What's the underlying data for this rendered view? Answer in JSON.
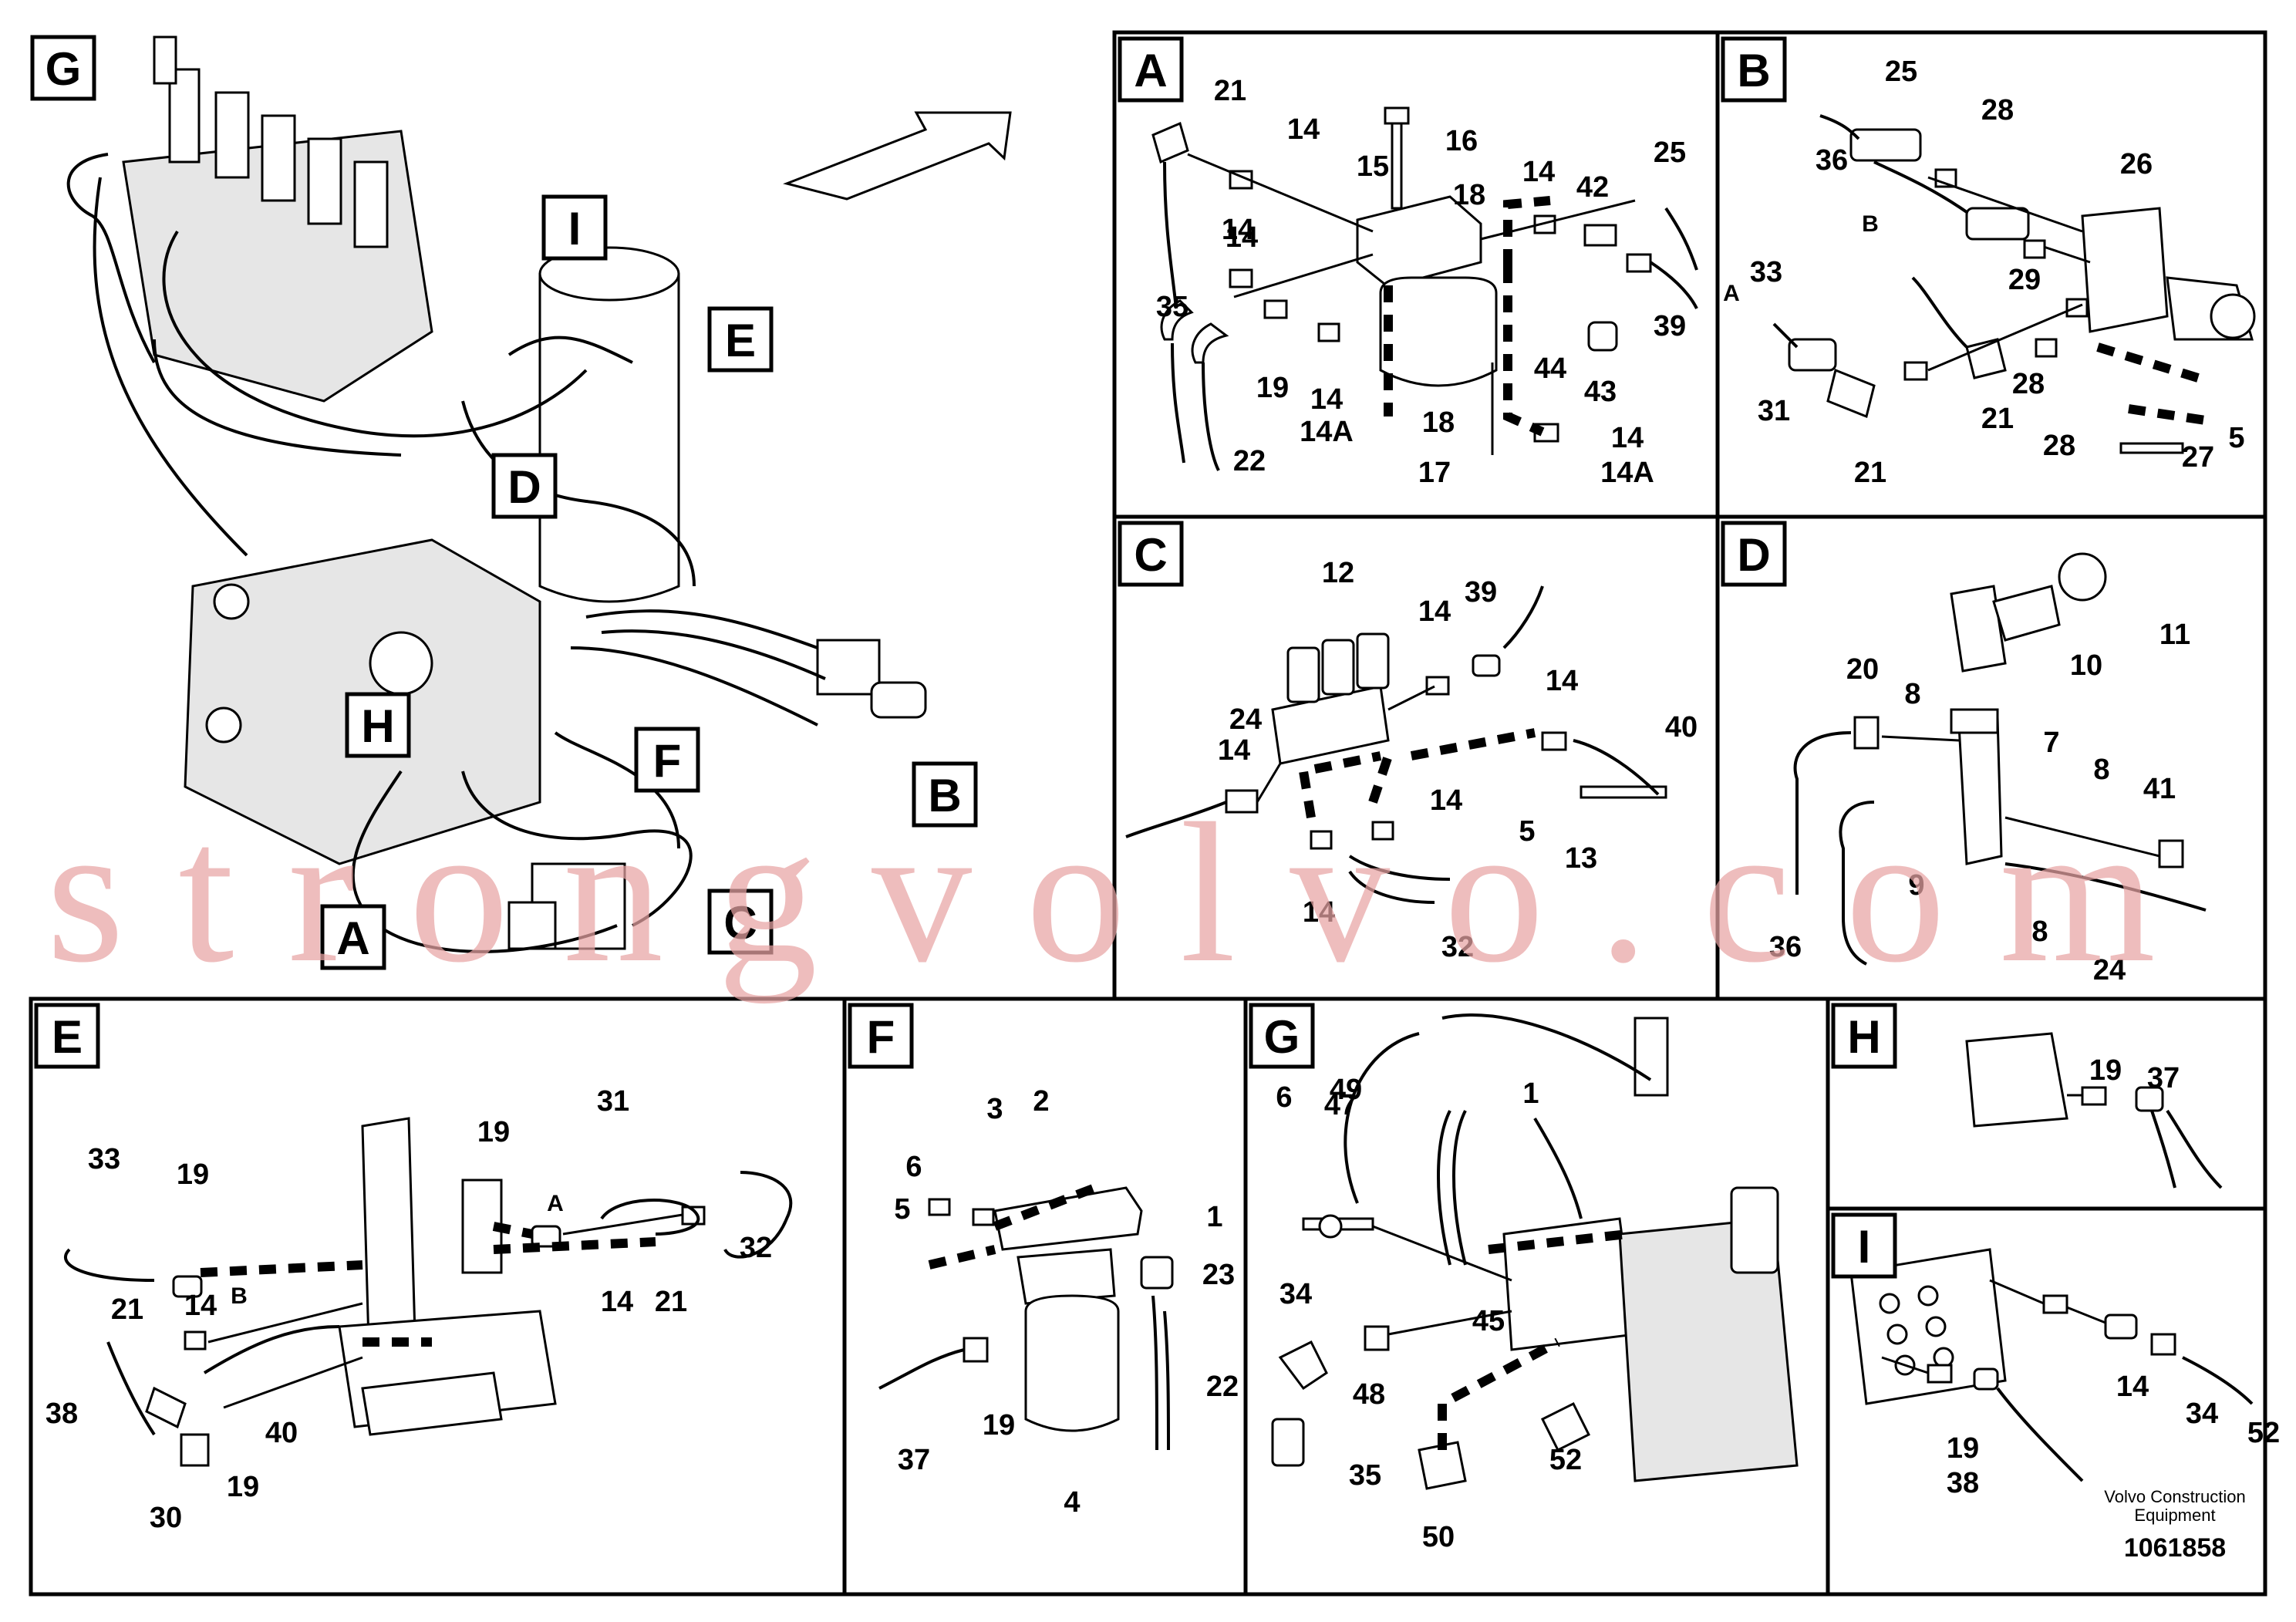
{
  "overview_tags": [
    "G",
    "I",
    "E",
    "D",
    "H",
    "F",
    "B",
    "A",
    "C"
  ],
  "panels": {
    "A": {
      "tag": "A",
      "callouts": [
        "21",
        "14",
        "16",
        "15",
        "18",
        "14",
        "42",
        "25",
        "14",
        "35",
        "14",
        "19",
        "14",
        "14A",
        "18",
        "44",
        "43",
        "39",
        "22",
        "17",
        "14",
        "14A"
      ]
    },
    "B": {
      "tag": "B",
      "callouts": [
        "25",
        "28",
        "36",
        "26",
        "B",
        "33",
        "29",
        "A",
        "31",
        "21",
        "28",
        "21",
        "28",
        "5",
        "27"
      ]
    },
    "C": {
      "tag": "C",
      "callouts": [
        "12",
        "14",
        "39",
        "14",
        "40",
        "14",
        "24",
        "14",
        "5",
        "13",
        "14",
        "32"
      ]
    },
    "D": {
      "tag": "D",
      "callouts": [
        "11",
        "10",
        "20",
        "8",
        "7",
        "8",
        "41",
        "9",
        "8",
        "36",
        "24"
      ]
    },
    "E": {
      "tag": "E",
      "callouts": [
        "31",
        "33",
        "19",
        "19",
        "A",
        "32",
        "21",
        "14",
        "B",
        "21",
        "14",
        "38",
        "40",
        "30",
        "19"
      ]
    },
    "F": {
      "tag": "F",
      "callouts": [
        "3",
        "2",
        "6",
        "1",
        "5",
        "23",
        "22",
        "37",
        "19",
        "4"
      ]
    },
    "G": {
      "tag": "G",
      "callouts": [
        "49",
        "6",
        "47",
        "1",
        "34",
        "45",
        "48",
        "35",
        "52",
        "50"
      ]
    },
    "H": {
      "tag": "H",
      "callouts": [
        "19",
        "37"
      ]
    },
    "I": {
      "tag": "I",
      "callouts": [
        "14",
        "34",
        "19",
        "52",
        "38"
      ]
    }
  },
  "watermark": "strongvolvo.com",
  "footer": {
    "company": "Volvo Construction Equipment",
    "company_line1": "Volvo Construction",
    "company_line2": "Equipment",
    "doc_number": "1061858"
  }
}
